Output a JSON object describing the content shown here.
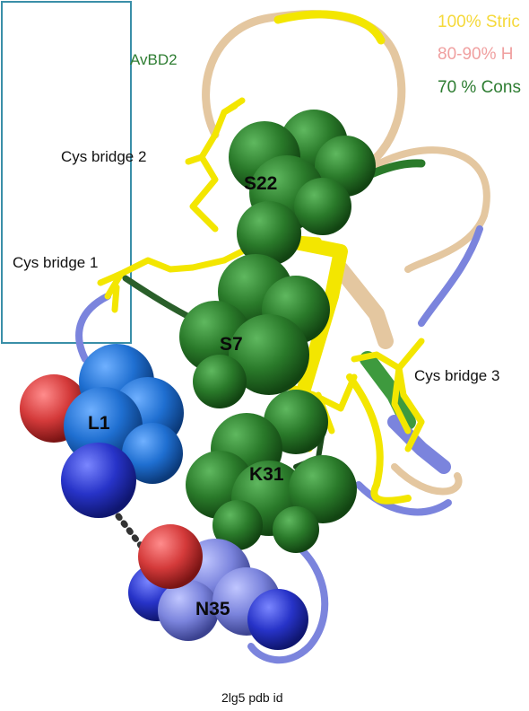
{
  "title": "AvBD2",
  "legend": [
    {
      "text": "100% Stric",
      "color": "#f5d93a"
    },
    {
      "text": "80-90% H",
      "color": "#f0a0a0"
    },
    {
      "text": "70 % Cons",
      "color": "#2e7d32"
    }
  ],
  "bridges": {
    "b1": "Cys bridge 1",
    "b2": "Cys bridge 2",
    "b3": "Cys bridge 3"
  },
  "residues": {
    "s22": "S22",
    "s7": "S7",
    "l1": "L1",
    "k31": "K31",
    "n35": "N35"
  },
  "caption": "2lg5 pdb id",
  "colors": {
    "strict": "#f3e600",
    "conserved_green": "#2a7a2a",
    "tan": "#e4c7a0",
    "periwinkle": "#7b84dd",
    "blue_atom": "#1f6fd1",
    "red_atom": "#d43a3a",
    "navy_atom": "#2733c8",
    "frame": "#3a8fa8"
  }
}
